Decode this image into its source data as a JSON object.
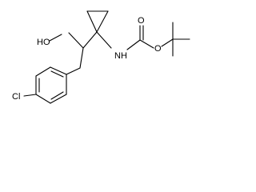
{
  "labels": {
    "hydroxyl": "HO",
    "amine": "NH",
    "ester_oxygen": "O",
    "carbonyl_oxygen": "O",
    "chlorine": "Cl"
  },
  "colors": {
    "bond": "#000000",
    "label": "#000000",
    "background": "#ffffff"
  }
}
